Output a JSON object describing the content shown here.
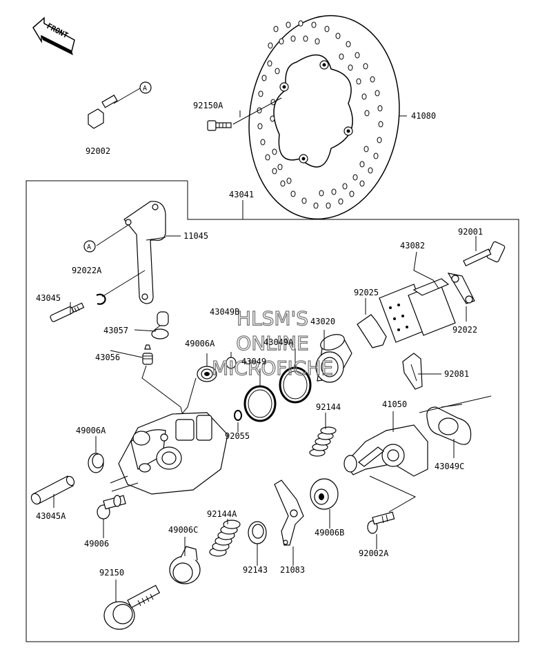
{
  "front_arrow_label": "FRONT",
  "watermark": [
    "HLSM'S",
    "ONLINE",
    "MICROFICHE"
  ],
  "callout_letter": "A",
  "assembly_label": "43041",
  "part_labels": {
    "p92150A": "92150A",
    "p41080": "41080",
    "p92002": "92002",
    "p11045": "11045",
    "p92001": "92001",
    "p43082": "43082",
    "p92022A": "92022A",
    "p43045": "43045",
    "p92025": "92025",
    "p92022": "92022",
    "p43057": "43057",
    "p43049B": "43049B",
    "p43020": "43020",
    "p49006A_1": "49006A",
    "p43049A": "43049A",
    "p43056": "43056",
    "p43049": "43049",
    "p92081": "92081",
    "p92144": "92144",
    "p41050": "41050",
    "p49006A_2": "49006A",
    "p92055": "92055",
    "p43049C": "43049C",
    "p43045A": "43045A",
    "p49006B": "49006B",
    "p92144A": "92144A",
    "p49006": "49006",
    "p49006C": "49006C",
    "p92002A": "92002A",
    "p92143": "92143",
    "p21083": "21083",
    "p92150": "92150"
  }
}
